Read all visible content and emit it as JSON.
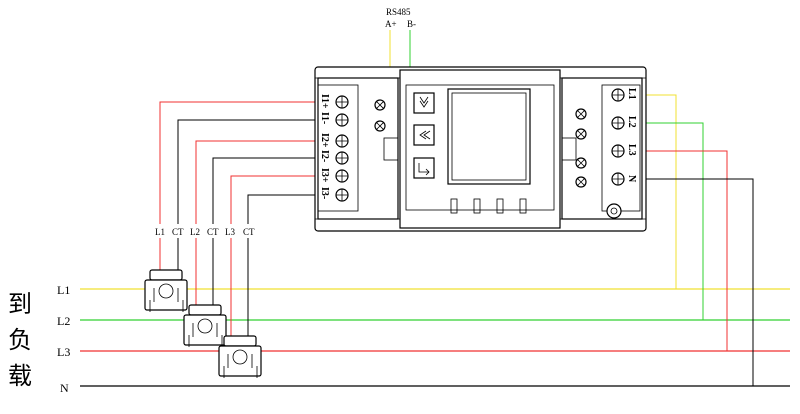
{
  "rs485": {
    "title": "RS485",
    "a_label": "A+",
    "b_label": "B-"
  },
  "left_terminals": [
    "I1+",
    "I1-",
    "I2+",
    "I2-",
    "I3+",
    "I3-"
  ],
  "right_terminals": [
    "L1",
    "L2",
    "L3",
    "N"
  ],
  "ct_labels": [
    "L1",
    "CT",
    "L2",
    "CT",
    "L3",
    "CT"
  ],
  "bus_lines": [
    "L1",
    "L2",
    "L3",
    "N"
  ],
  "load_label": [
    "到",
    "负",
    "载"
  ],
  "colors": {
    "L1": "#f0e030",
    "L2": "#30d030",
    "L3": "#f03030",
    "N": "#000000",
    "ct_wire": "#000000",
    "rs485_a": "#f0e030",
    "rs485_b": "#30d030"
  },
  "buttons": [
    "chevron-right-icon",
    "chevron-left-icon",
    "enter-icon"
  ]
}
